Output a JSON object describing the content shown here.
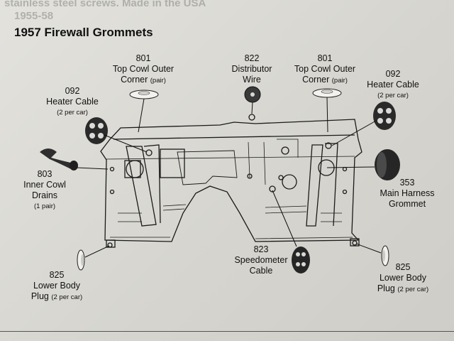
{
  "ghost_text": {
    "line1": "stainless steel screws. Made in the USA",
    "line2": "1955-58"
  },
  "title": "1957 Firewall Grommets",
  "labels": {
    "tco_left": {
      "part": "801",
      "line1": "Top Cowl Outer",
      "line2": "Corner",
      "note": "(pair)"
    },
    "distributor": {
      "part": "822",
      "line1": "Distributor",
      "line2": "Wire"
    },
    "tco_right": {
      "part": "801",
      "line1": "Top Cowl Outer",
      "line2": "Corner",
      "note": "(pair)"
    },
    "heater_left": {
      "part": "092",
      "line1": "Heater Cable",
      "note": "(2 per car)"
    },
    "heater_right": {
      "part": "092",
      "line1": "Heater Cable",
      "note": "(2 per car)"
    },
    "inner_cowl": {
      "part": "803",
      "line1": "Inner Cowl",
      "line2": "Drains",
      "note": "(1 pair)"
    },
    "main_harness": {
      "part": "353",
      "line1": "Main Harness",
      "line2": "Grommet"
    },
    "speedometer": {
      "part": "823",
      "line1": "Speedometer",
      "line2": "Cable"
    },
    "lower_left": {
      "part": "825",
      "line1": "Lower Body",
      "line2": "Plug",
      "note": "(2 per car)"
    },
    "lower_right": {
      "part": "825",
      "line1": "Lower Body",
      "line2": "Plug",
      "note": "(2 per car)"
    }
  }
}
